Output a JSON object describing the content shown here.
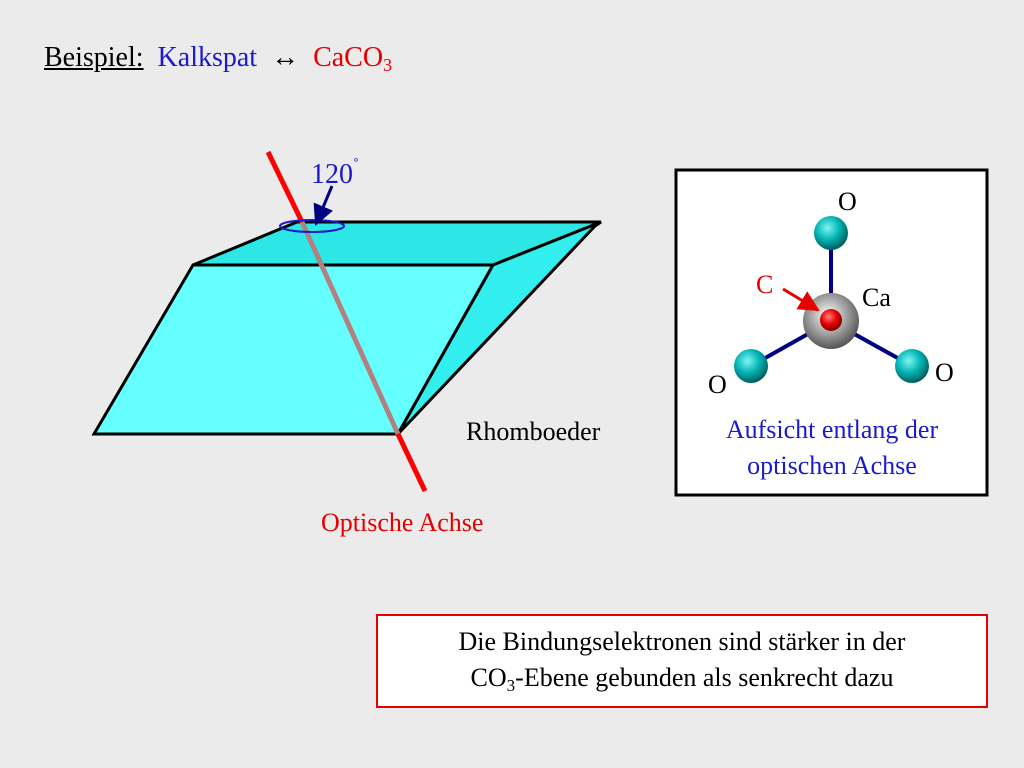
{
  "title": {
    "prefix": "Beispiel:",
    "mineral": "Kalkspat",
    "arrow": "↔",
    "formula_main": "CaCO",
    "formula_sub": "3"
  },
  "rhombohedron": {
    "angle_label": "120",
    "degree_mark": "˚",
    "shape_label": "Rhomboeder",
    "axis_label": "Optische Achse",
    "face_color": "#66ffff",
    "axis_color": "#ff0000"
  },
  "top_view": {
    "atom_o_top": "O",
    "atom_o_left": "O",
    "atom_o_right": "O",
    "atom_c": "C",
    "atom_ca": "Ca",
    "caption_line1": "Aufsicht entlang der",
    "caption_line2": "optischen Achse",
    "o_color": "#00b3b3",
    "c_color": "#e60000",
    "ca_color": "#999999",
    "bond_color": "#000080"
  },
  "note": {
    "line1": "Die Bindungselektronen sind stärker in der",
    "line2_pre": "CO",
    "line2_sub": "3",
    "line2_post": "-Ebene gebunden als senkrecht dazu"
  }
}
